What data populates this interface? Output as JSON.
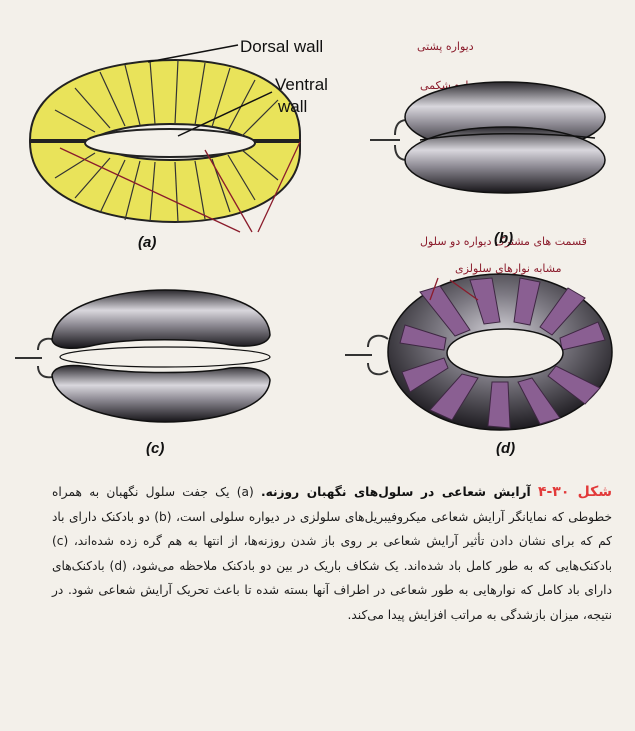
{
  "figure": {
    "labels": {
      "dorsal_wall": "Dorsal wall",
      "dorsal_wall_fa": "دیواره پشتی",
      "ventral_wall_line1": "Ventral",
      "ventral_wall_line2": "wall",
      "ventral_wall_fa": "دیواره شکمی",
      "shared_walls_fa": "قسمت های مشترک دیواره دو سلول",
      "microfibril_bands_fa": "مشابه نوارهای سلولزی"
    },
    "panels": [
      "(a)",
      "(b)",
      "(c)",
      "(d)"
    ],
    "colors": {
      "cell_fill": "#e9e35a",
      "annotation": "#8b1c2c",
      "band": "#8a5f92",
      "caption_number": "#e23a3a"
    }
  },
  "caption": {
    "figure_number": "شکل ۳۰-۴",
    "title": "آرایش شعاعی در سلول‌های نگهبان روزنه.",
    "body": "(a) یک جفت سلول نگهبان به همراه خطوطی که نمایانگر آرایش شعاعی میکروفیبریل‌های سلولزی در دیواره سلولی است، (b) دو بادکنک دارای باد کم که برای نشان دادن تأثیر آرایش شعاعی بر روی باز شدن روزنه‌ها، از انتها به هم گره زده شده‌اند، (c) بادکنک‌هایی که به طور کامل باد شده‌اند. یک شکاف باریک در بین دو بادکنک ملاحظه می‌شود، (d) بادکنک‌های دارای باد کامل که نوارهایی به طور شعاعی در اطراف آنها بسته شده تا باعث تحریک آرایش شعاعی شود. در نتیجه، میزان بازشدگی به مراتب افزایش پیدا می‌کند."
  }
}
